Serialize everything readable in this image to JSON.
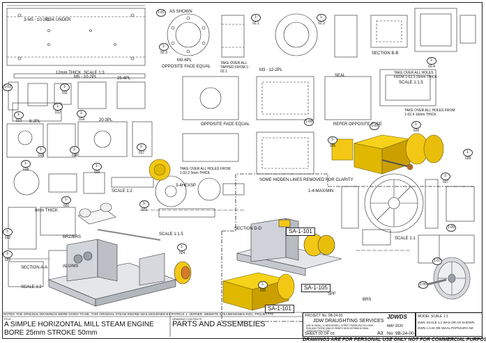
{
  "notes": "NOTES: THE ORIGINAL DRAWINGS WERE GIVEN TO ME. THIS ORIGINAL STEAM ENGINE WAS DESIGNED BY PATRICK J. VERNER. WEBSITE STEAMENGINES.ROG. PROJECT#2",
  "title_label": "TITLE",
  "title_line1": "A SIMPLE HORIZONTAL MILL STEAM ENGINE",
  "title_line2": "BORE 25mm STROKE 50mm",
  "contents_label": "DRAWING CONTENTS",
  "contents": "PARTS AND ASSEMBLIES",
  "project_no": "PROJECT No. 9B-24-00",
  "company": "JDW DRAUGHTING SERVICES",
  "company_addr": "(4/M 1D WAAL) 1C BRIDGEWELL STREET PAPAKURA 2110 NEW ZEALAND PHONE (0)64 09 2988970 MOB 0297866016 EMAIL JDWDS@XTRA.CO.NZ",
  "logo": "JDWDS",
  "date": "MAY 2020",
  "sheet": "SHEET 02 OF 03",
  "size": "A3",
  "drawing_no": "No: 9B-24-00-SHT02",
  "model_scale": "MODEL SCALE 1:1",
  "dwg_scale": "DWG SCALE 1:1 WAS OR AS SHOWN",
  "drawn_by": "DWN J.A.M. DE WAAL PAPAKURA NZ",
  "disclaimer": "DRAWINGS ARE FOR PERSONAL USE ONLY NOT FOR COMMERCIAL PURPOSES",
  "assemblies": [
    "SA-1-101",
    "SA-1-105",
    "SA-1-101"
  ],
  "view_labels": [
    {
      "id": "v1",
      "text": "3-M5 - 10-2PL"
    },
    {
      "id": "v2",
      "text": "CSK UNDER"
    },
    {
      "id": "v3",
      "text": "SCALE 1:3"
    },
    {
      "id": "v4",
      "text": "12mm THICK"
    },
    {
      "id": "v5",
      "text": "AS SHOWN"
    },
    {
      "id": "v6",
      "text": "M3-6PL"
    },
    {
      "id": "v7",
      "text": "OPPOSITE FACE EQUAL"
    },
    {
      "id": "v8",
      "text": "TAKE OVER ALL TAPPED FROM 1-02.1"
    },
    {
      "id": "v9",
      "text": "M3 - 12-2PL"
    },
    {
      "id": "v10",
      "text": "SECTION B-B"
    },
    {
      "id": "v11",
      "text": "SEAL"
    },
    {
      "id": "v12",
      "text": "TAKE OVER ALL HOLES FROM 1-02.3 16mm THICK"
    },
    {
      "id": "v13",
      "text": "SCALE 1:1.5"
    },
    {
      "id": "v14",
      "text": "OPPOSITE FACE EQUAL"
    },
    {
      "id": "v15",
      "text": "REFER OPPOSITE FACE"
    },
    {
      "id": "v16",
      "text": "TAKE OVER ALL HOLES FROM 1-02.4 16mm THICK"
    },
    {
      "id": "v17",
      "text": "M5 - 10-2PL"
    },
    {
      "id": "v18",
      "text": "25-4PL"
    },
    {
      "id": "v19",
      "text": "20-3PL"
    },
    {
      "id": "v20",
      "text": "8-2PL"
    },
    {
      "id": "v21",
      "text": "TAKE OVER ALL HOLES FROM 1-02.2 3mm THICK"
    },
    {
      "id": "v22",
      "text": "SOME HIDDEN LINES REMOVED FOR CLARITY"
    },
    {
      "id": "v23",
      "text": "3-4HEXSP"
    },
    {
      "id": "v24",
      "text": "1-4-MAX/MIN"
    },
    {
      "id": "v25",
      "text": "SECTION A-A"
    },
    {
      "id": "v26",
      "text": "SCALE 1:2"
    },
    {
      "id": "v27",
      "text": "SECTION D-D"
    },
    {
      "id": "v28",
      "text": "ALU/MS"
    },
    {
      "id": "v29",
      "text": "BRZ/BRS"
    },
    {
      "id": "v30",
      "text": "SCALE 1:1.5"
    },
    {
      "id": "v31",
      "text": "SPF"
    },
    {
      "id": "v32",
      "text": "BRS"
    },
    {
      "id": "v33",
      "text": "SCALE 1:2"
    },
    {
      "id": "v34",
      "text": "6mm THICK"
    },
    {
      "id": "v35",
      "text": "SCALE 1:1"
    }
  ],
  "callouts": [
    "1-01",
    "1-02.3",
    "1-02.2",
    "1-02.1",
    "1-02.4",
    "1-03",
    "1-011",
    "1-012",
    "1-013",
    "1-014",
    "1-015",
    "1-016",
    "1-017",
    "1-018",
    "1-019",
    "1-020",
    "1-021",
    "1-022",
    "1-023",
    "1-024",
    "1-025",
    "1-026",
    "1-027",
    "1-028",
    "1-05",
    "1-06",
    "1-07",
    "1-08",
    "1-09",
    "1-010"
  ]
}
